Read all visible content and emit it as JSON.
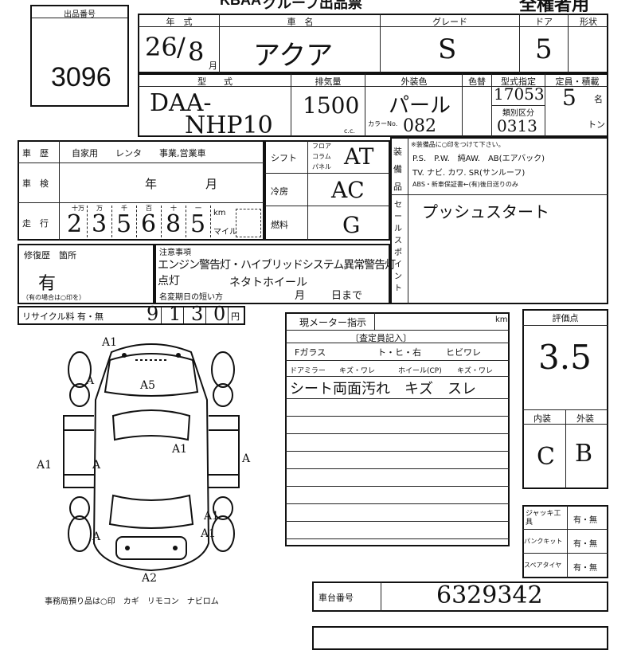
{
  "lot": {
    "label": "出品番号",
    "number": "3096"
  },
  "header": {
    "logo": "KBAA",
    "title": "グループ出品票",
    "stamp": "全権者用",
    "year_label": "年　式",
    "name_label": "車　名",
    "grade_label": "グレード",
    "door_label": "ドア",
    "shape_label": "形状"
  },
  "vehicle": {
    "year": "26",
    "month": "8",
    "month_unit": "月",
    "name": "アクア",
    "grade": "S",
    "doors": "5",
    "model_label": "型　　式",
    "model_line1": "DAA-",
    "model_line2": "NHP10",
    "disp_label": "排気量",
    "displacement": "1500",
    "cc": "c.c.",
    "color_label": "外装色",
    "color": "パール",
    "color_no_label": "カラーNo.",
    "color_no": "082",
    "color_change_label": "色替",
    "type_label": "型式指定",
    "type_no": "17053",
    "class_label": "類別区分",
    "class_no": "0313",
    "capacity_label": "定員・積載",
    "capacity": "5",
    "capacity_unit": "名",
    "ton_unit": "トン"
  },
  "history": {
    "label": "車　歴",
    "options": "自家用　　レンタ　　事業,営業車",
    "inspection_label": "車　検",
    "inspection_year": "年",
    "inspection_month": "月",
    "mileage_label": "走　行",
    "digit_headers": [
      "十万",
      "万",
      "千",
      "百",
      "十",
      "一"
    ],
    "digits": [
      "2",
      "3",
      "5",
      "6",
      "8",
      "5"
    ],
    "km": "km",
    "mile": "マイル",
    "repair_label": "修復歴　箇所",
    "repair_value": "有",
    "repair_note": "（有の場合は○印を）",
    "recycle_label": "リサイクル料 有・無",
    "recycle_digits": [
      "9",
      "1",
      "3",
      "0"
    ],
    "yen": "円"
  },
  "shift": {
    "shift_label": "シフト",
    "shift_opts": [
      "フロア",
      "コラム",
      "パネル"
    ],
    "shift_value": "AT",
    "ac_label": "冷房",
    "ac_value": "AC",
    "fuel_label": "燃料",
    "fuel_value": "G"
  },
  "equipment": {
    "label": "装備品",
    "line1": "※装備品に○印をつけて下さい。",
    "line2": "P.S.　P.W.　純AW.　AB(エアバック)",
    "line3": "TV. ナビ. カワ. SR(サンルーフ)",
    "line4": "ABS・新車保証書←(有)後日送りのみ"
  },
  "sale_point": {
    "label": "セールスポイント",
    "value": "プッシュスタート"
  },
  "notes": {
    "label": "注意事項",
    "line1": "エンジン警告灯・ハイブリッドシステム異常警告灯",
    "line2": "点灯",
    "line3": "ネタトホイール",
    "deadline_label": "名変期日の短い方",
    "deadline_month": "月",
    "deadline_day": "日まで"
  },
  "meter": {
    "label": "現メーター指示",
    "unit": "km"
  },
  "inspector": {
    "label": "〔査定員記入〕",
    "glass_label": "Fガラス",
    "glass_opts": "ト・ヒ・右",
    "crack": "ヒビワレ",
    "mirror_label": "ドアミラー",
    "mirror_opts": "キズ・ワレ",
    "wheel_label": "ホイール(CP)",
    "wheel_opts": "キズ・ワレ",
    "note": "シート両面汚れ　キズ　スレ"
  },
  "grade_box": {
    "score_label": "評価点",
    "score": "3.5",
    "interior_label": "内装",
    "exterior_label": "外装",
    "interior": "C",
    "exterior": "B"
  },
  "tools": {
    "jack_label": "ジャッキ工具",
    "puncture_label": "パンクキット",
    "spare_label": "スペアタイヤ",
    "yes_no": "有・無"
  },
  "chassis": {
    "label": "車台番号",
    "number": "6329342"
  },
  "diagram": {
    "marks": [
      "A1",
      "A",
      "A5",
      "A",
      "A1",
      "A1",
      "A",
      "A1",
      "A",
      "A1",
      "A2"
    ],
    "footer": "事務局預り品は○印　カギ　リモコン　ナビロム"
  }
}
